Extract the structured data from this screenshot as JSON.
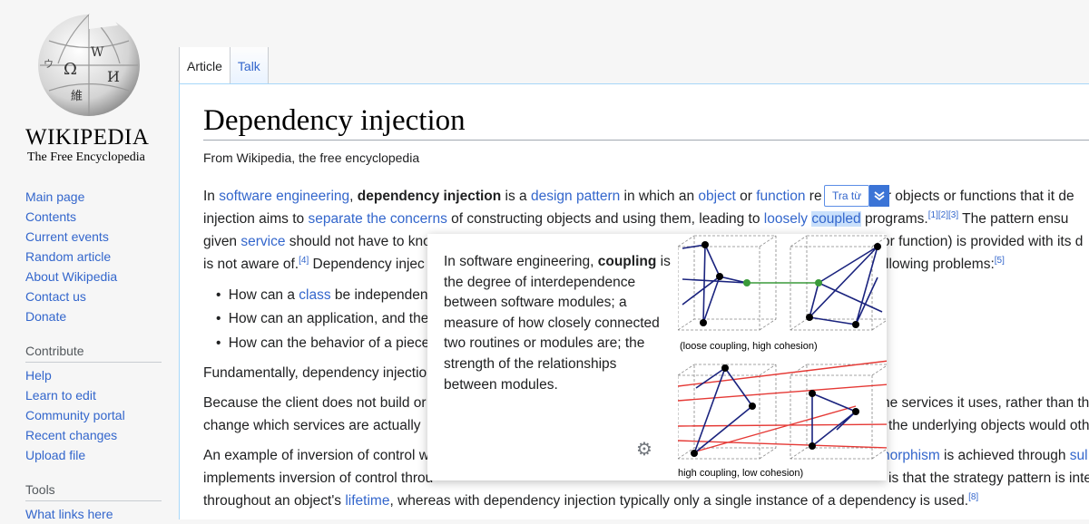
{
  "logo": {
    "wordmark": "WIKIPEDIA",
    "tagline": "The Free Encyclopedia",
    "glyphs": [
      "Ω",
      "W",
      "И",
      "維",
      "ウ"
    ]
  },
  "sidebar": {
    "main": [
      "Main page",
      "Contents",
      "Current events",
      "Random article",
      "About Wikipedia",
      "Contact us",
      "Donate"
    ],
    "contribute_heading": "Contribute",
    "contribute": [
      "Help",
      "Learn to edit",
      "Community portal",
      "Recent changes",
      "Upload file"
    ],
    "tools_heading": "Tools",
    "tools": [
      "What links here"
    ]
  },
  "tabs": {
    "article": "Article",
    "talk": "Talk"
  },
  "article": {
    "title": "Dependency injection",
    "subtitle": "From Wikipedia, the free encyclopedia",
    "l1": {
      "a": "In ",
      "b": "software engineering",
      "c": ", ",
      "d": "dependency injection",
      "e": " is a ",
      "f": "design pattern",
      "g": " in which an ",
      "h": "object",
      "i": " or ",
      "j": "function",
      "k": " re",
      "m": "her objects or functions that it de"
    },
    "l2": {
      "a": "injection aims to ",
      "b": "separate the concerns",
      "c": " of constructing objects and using them, leading to ",
      "d": "loosely",
      "e": " ",
      "f": "coupled",
      "g": " programs.",
      "h": "[1][2][3]",
      "i": " The pattern ensu"
    },
    "l3": {
      "a": "given ",
      "b": "service",
      "c": " should not have to kno",
      "d": "or function) is provided with its d"
    },
    "l4": {
      "a": "is not aware of.",
      "b": "[4]",
      "c": " Dependency injec",
      "d": "llowing problems:",
      "e": "[5]"
    },
    "b1": {
      "a": "How can a ",
      "b": "class",
      "c": " be independen"
    },
    "b2": {
      "a": "How can an application, and the"
    },
    "b3": {
      "a": "How can the behavior of a piece"
    },
    "l5": {
      "a": "Fundamentally, dependency injectio"
    },
    "l6": {
      "a": "Because the client does not build or",
      "b": "he services it uses, rather than th"
    },
    "l7": {
      "a": "change which services are actually",
      "b": "the underlying objects would oth"
    },
    "l8": {
      "a": "An example of inversion of control w",
      "b": "norphism",
      "c": " is achieved through ",
      "d": "sul"
    },
    "l9": {
      "a": "implements inversion of control throu",
      "b": "is that the strategy pattern is inte"
    },
    "l10": {
      "a": "throughout an object's ",
      "b": "lifetime",
      "c": ", whereas with dependency injection typically only a single instance of a dependency is used.",
      "d": "[8]"
    }
  },
  "tratu": {
    "label": "Tra từ",
    "icon": "chevron-down-icon"
  },
  "popup": {
    "t1": "In software engineering, ",
    "t2": "coupling",
    "t3": " is the degree of interdependence between software modules; a measure of how closely connected two routines or modules are; the strength of the relationships between modules.",
    "caption_top": "(loose coupling, high cohesion)",
    "caption_bottom": "high coupling, low cohesion)",
    "gear_icon": "gear-icon"
  },
  "colors": {
    "link": "#3366cc",
    "node_green": "#3a9a3a",
    "edge_blue": "#1a237e",
    "edge_red": "#e53935"
  }
}
